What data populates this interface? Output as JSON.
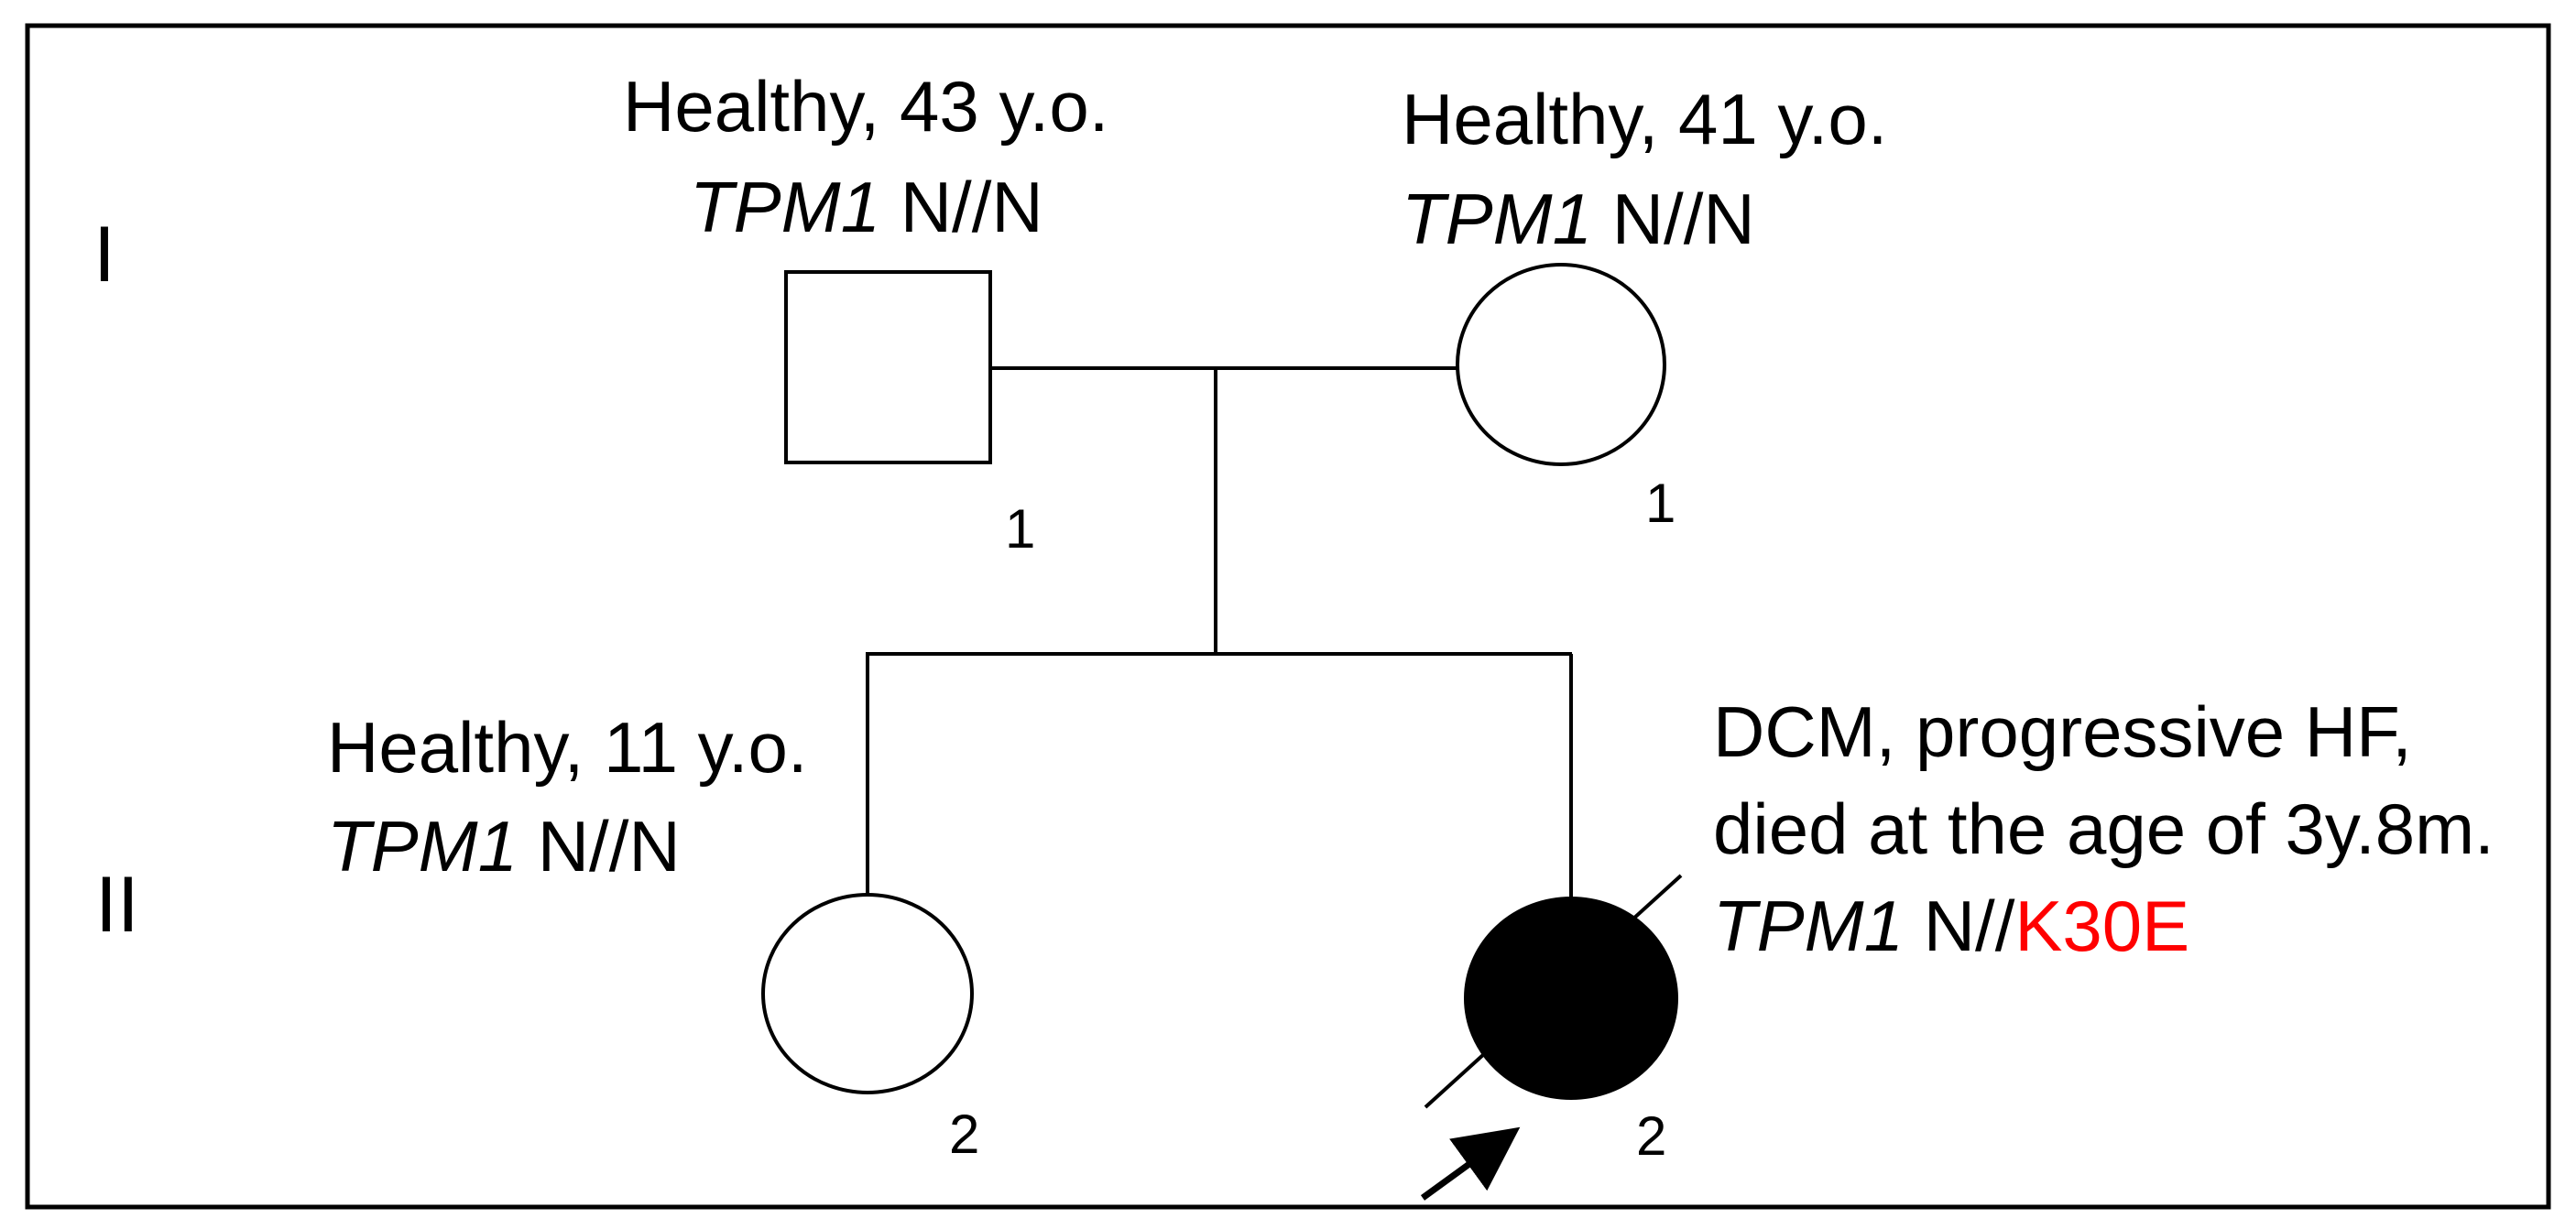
{
  "generations": {
    "gen1": "I",
    "gen2": "II"
  },
  "individuals": {
    "father": {
      "status": "Healthy, 43 y.o.",
      "gene": "TPM1",
      "genotype": "N//N",
      "number": "1",
      "sex": "male",
      "affected": false
    },
    "mother": {
      "status": "Healthy, 41 y.o.",
      "gene": "TPM1",
      "genotype": "N//N",
      "number": "1",
      "sex": "female",
      "affected": false
    },
    "sister": {
      "status": "Healthy, 11 y.o.",
      "gene": "TPM1",
      "genotype": "N//N",
      "number": "2",
      "sex": "female",
      "affected": false
    },
    "proband": {
      "status_line1": "DCM, progressive HF,",
      "status_line2": "died at the age of 3y.8m.",
      "gene": "TPM1",
      "genotype_normal": "N//",
      "genotype_mutation": "K30E",
      "number": "2",
      "sex": "female",
      "affected": true,
      "deceased": true,
      "is_proband": true
    }
  },
  "colors": {
    "mutation": "#ff0000",
    "affected_fill": "#000000",
    "line": "#000000"
  }
}
